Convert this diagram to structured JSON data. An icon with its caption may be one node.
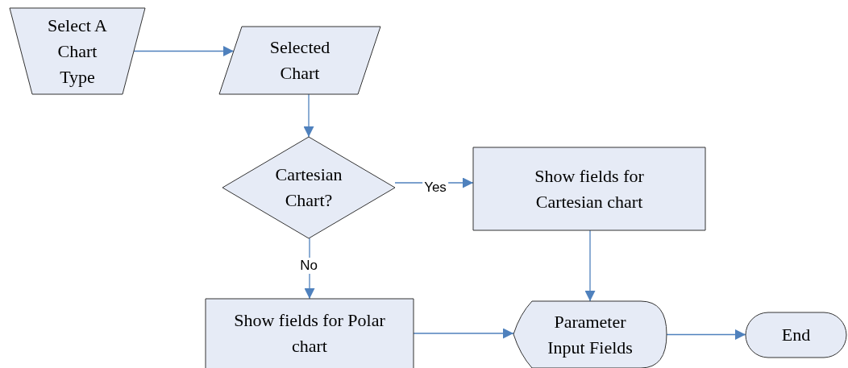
{
  "diagram": {
    "nodes": [
      {
        "text": [
          "Select A Chart Type"
        ]
      },
      {
        "text": [
          "Selected Chart"
        ]
      },
      {
        "text": [
          "Cartesian Chart?"
        ]
      },
      {
        "text": [
          "Show fields for Cartesian chart"
        ]
      },
      {
        "text": [
          "Show fields for Polar chart"
        ]
      },
      {
        "text": [
          "Parameter Input Fields"
        ]
      },
      {
        "text": [
          "End"
        ]
      }
    ],
    "edges": [
      {
        "from": 0,
        "to": 1,
        "arrow": "to"
      },
      {
        "from": 1,
        "to": 2,
        "arrow": "to"
      },
      {
        "from": 2,
        "to": 3,
        "arrow": "to",
        "label": "Yes"
      },
      {
        "from": 2,
        "to": 4,
        "arrow": "to",
        "label": "No"
      },
      {
        "from": 3,
        "to": 5,
        "arrow": "to"
      },
      {
        "from": 4,
        "to": 5,
        "arrow": "to"
      },
      {
        "from": 5,
        "to": 6,
        "arrow": "to"
      }
    ]
  }
}
